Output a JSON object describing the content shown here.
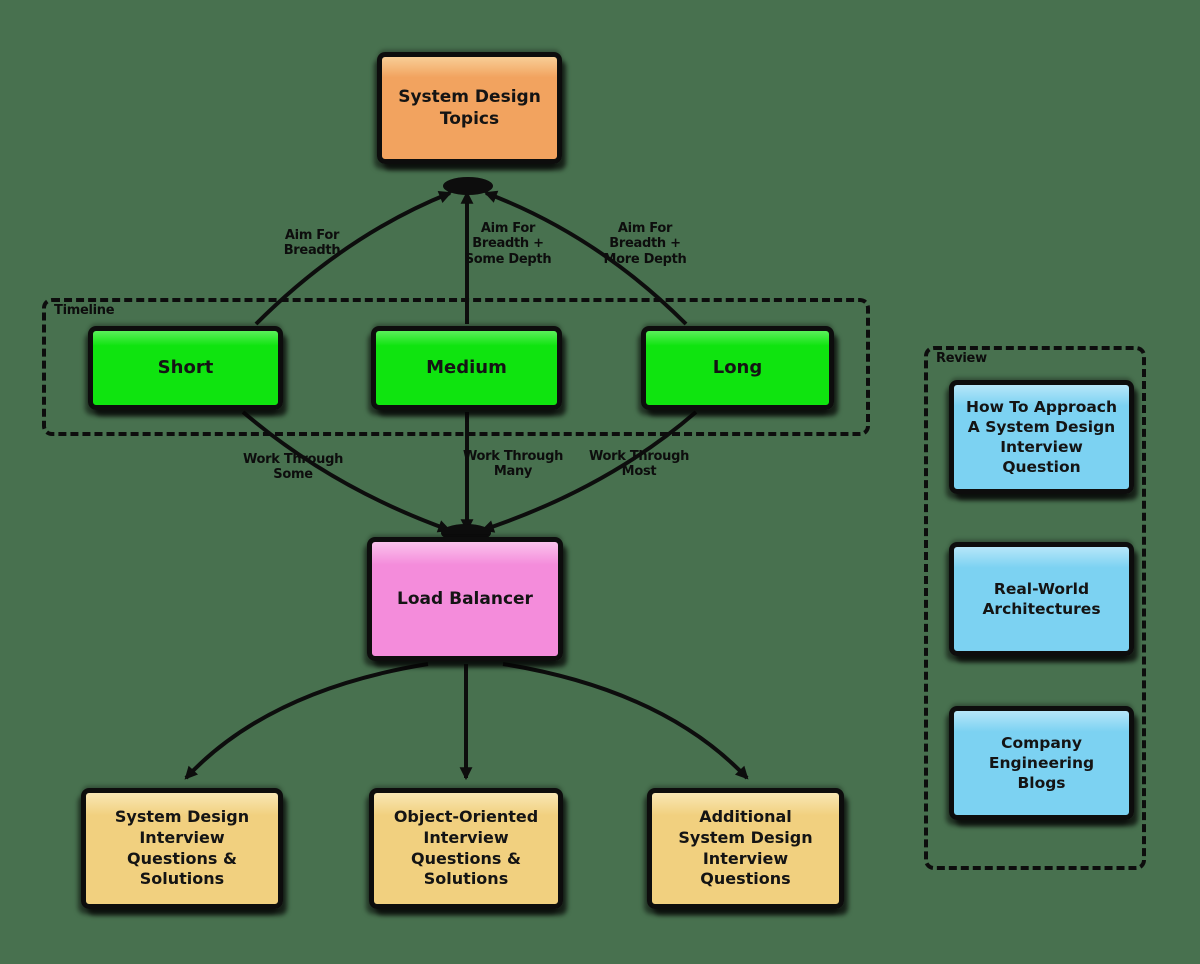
{
  "colors": {
    "background": "#48714F",
    "ink": "#0D0D0D",
    "node_orange": "#F2A35F",
    "node_orange_hl": "#F8CE96",
    "node_green": "#0FE40F",
    "node_green_hl": "#5BF05B",
    "node_pink": "#F48CDB",
    "node_pink_hl": "#FBC3ED",
    "node_tan": "#F1D07F",
    "node_tan_hl": "#F9E7B4",
    "node_blue": "#7CD2F2",
    "node_blue_hl": "#B6E7F9"
  },
  "groups": {
    "timeline": {
      "label": "Timeline"
    },
    "review": {
      "label": "Review"
    }
  },
  "nodes": {
    "topics": {
      "label": "System Design\nTopics"
    },
    "short": {
      "label": "Short"
    },
    "medium": {
      "label": "Medium"
    },
    "long": {
      "label": "Long"
    },
    "load_balancer": {
      "label": "Load Balancer"
    },
    "sd_questions": {
      "label": "System Design\nInterview\nQuestions &\nSolutions"
    },
    "oo_questions": {
      "label": "Object-Oriented\nInterview\nQuestions &\nSolutions"
    },
    "additional_questions": {
      "label": "Additional\nSystem Design\nInterview\nQuestions"
    },
    "approach": {
      "label": "How To Approach\nA System Design\nInterview\nQuestion"
    },
    "real_world": {
      "label": "Real-World\nArchitectures"
    },
    "blogs": {
      "label": "Company\nEngineering\nBlogs"
    }
  },
  "edge_labels": {
    "aim_breadth": "Aim For\nBreadth",
    "aim_some_depth": "Aim For\nBreadth +\nSome Depth",
    "aim_more_depth": "Aim For\nBreadth +\nMore Depth",
    "work_some": "Work Through\nSome",
    "work_many": "Work Through\nMany",
    "work_most": "Work Through\nMost"
  }
}
